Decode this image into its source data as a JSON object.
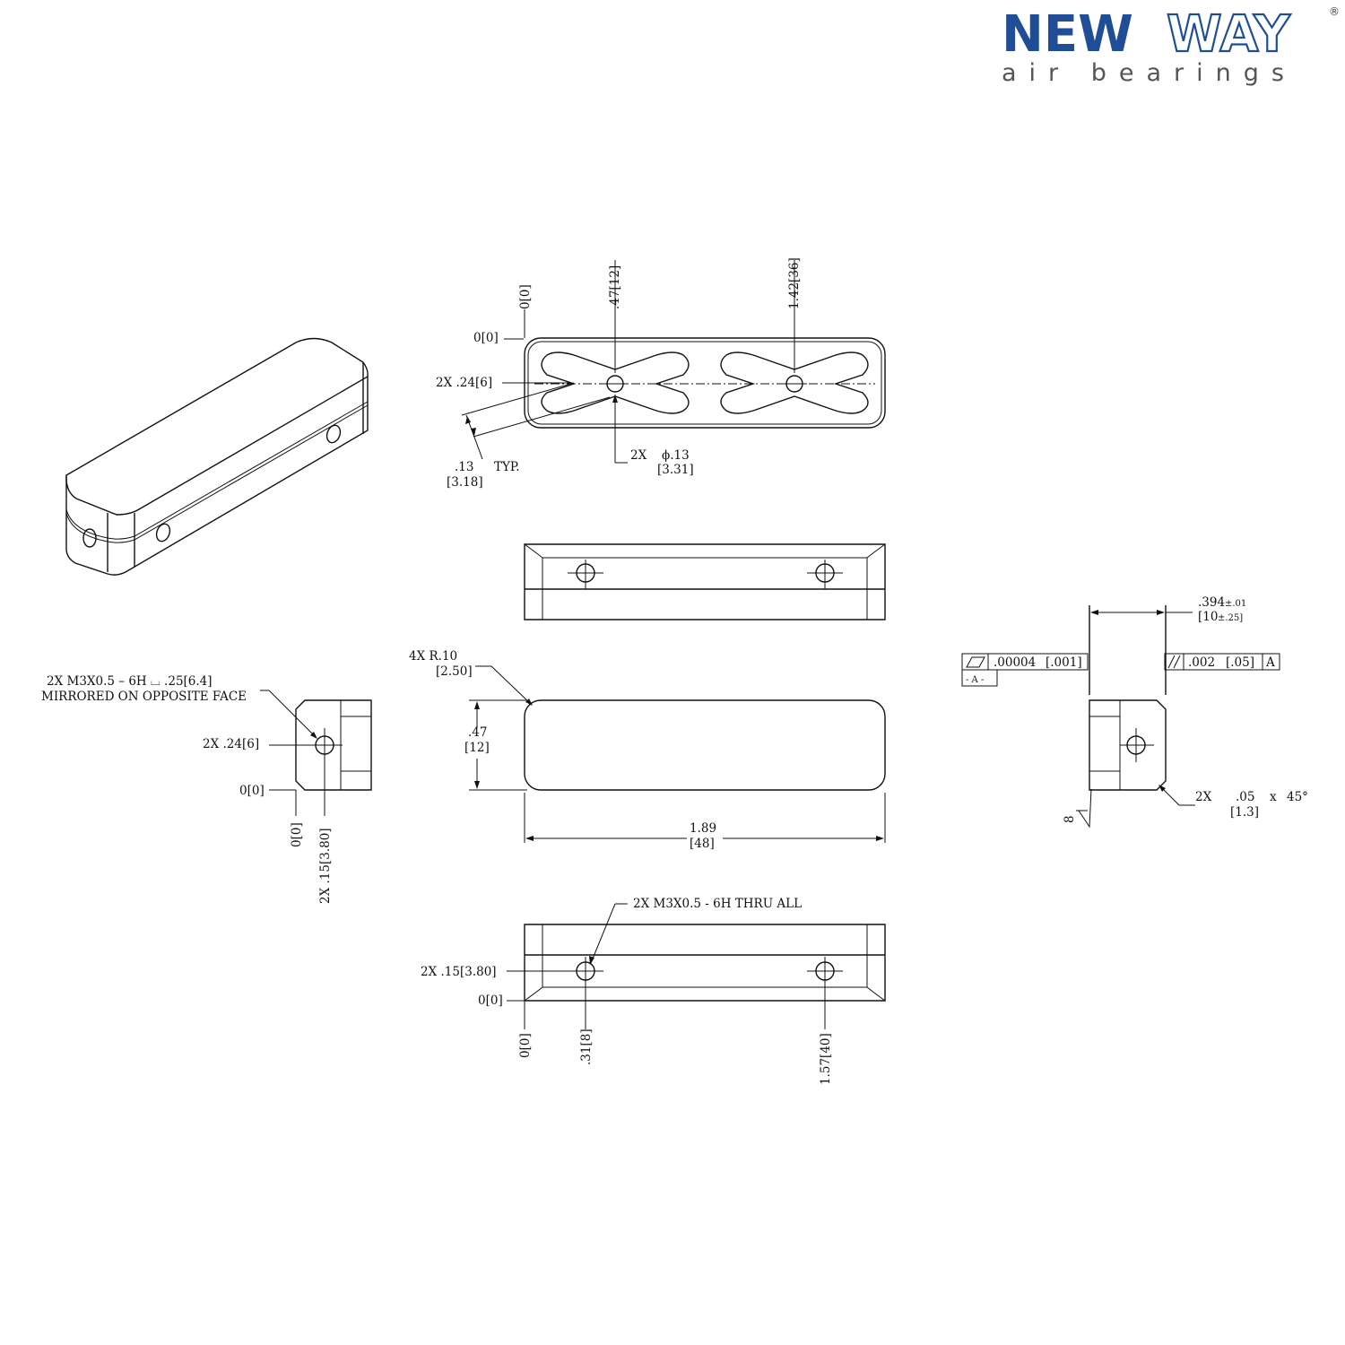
{
  "logo": {
    "part1": "NEW",
    "part2": "WAY",
    "registered": "®",
    "tagline": "air bearings",
    "brand_color": "#1f4e97"
  },
  "top_view": {
    "zero_x": "0[0]",
    "pos1": ".47[12]",
    "pos2": "1.42[36]",
    "zero_y": "0[0]",
    "width_2x": "2X .24[6]",
    "groove": ".13",
    "groove_typ": "TYP.",
    "groove_mm": "[3.18]",
    "orifice": "2X",
    "orifice_dia": "ϕ.13",
    "orifice_mm": "[3.31]"
  },
  "left_view": {
    "thread_line1": "2X M3X0.5 – 6H ⌴ .25[6.4]",
    "thread_line2": "MIRRORED ON OPPOSITE FACE",
    "height": "2X .24[6]",
    "zero_y": "0[0]",
    "zero_x": "0[0]",
    "pos_x": "2X .15[3.80]"
  },
  "front_view": {
    "radius": "4X R.10",
    "radius_mm": "[2.50]",
    "height": ".47",
    "height_mm": "[12]",
    "length": "1.89",
    "length_mm": "[48]"
  },
  "bottom_view": {
    "thread": "2X M3X0.5 - 6H THRU ALL",
    "pos_y": "2X .15[3.80]",
    "zero_y": "0[0]",
    "zero_x": "0[0]",
    "pos1": ".31[8]",
    "pos2": "1.57[40]"
  },
  "right_view": {
    "width": ".394",
    "width_tol": "±.01",
    "width_mm": "[10",
    "width_mm_tol": "±.25]",
    "flatness": ".00004",
    "flatness_mm": "[.001]",
    "datum": "- A -",
    "parallel": ".002",
    "parallel_mm": "[.05]",
    "parallel_ref": "A",
    "surface_finish": "8",
    "chamfer_qty": "2X",
    "chamfer": ".05",
    "chamfer_x": "x",
    "chamfer_angle": "45°",
    "chamfer_mm": "[1.3]"
  }
}
